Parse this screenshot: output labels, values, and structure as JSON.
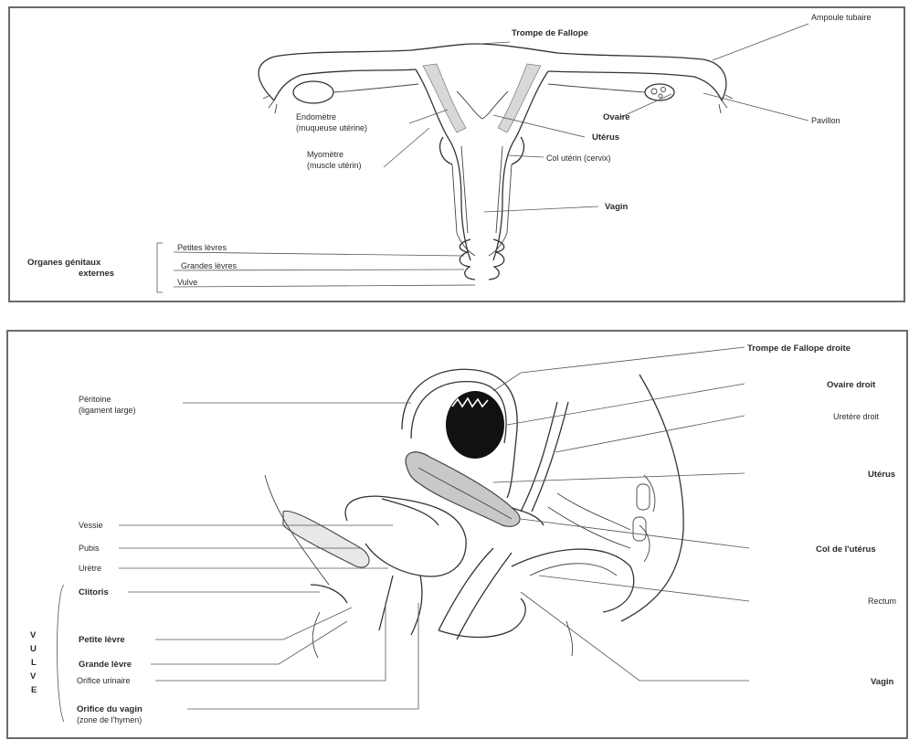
{
  "top": {
    "labels": {
      "trompe": "Trompe de Fallope",
      "ampoule": "Ampoule tubaire",
      "pavillon": "Pavillon",
      "ovaire": "Ovaire",
      "uterus": "Utérus",
      "col": "Col utérin (cervix)",
      "vagin": "Vagin",
      "endometre_1": "Endomètre",
      "endometre_2": "(muqueuse utérine)",
      "myometre_1": "Myomètre",
      "myometre_2": "(muscle utérin)",
      "organes_1": "Organes génitaux",
      "organes_2": "externes",
      "petites_levres": "Petites lèvres",
      "grandes_levres": "Grandes lèvres",
      "vulve": "Vulve"
    }
  },
  "bottom": {
    "labels": {
      "trompe_droite": "Trompe de Fallope droite",
      "ovaire_droit": "Ovaire droit",
      "uretere_droit": "Uretère droit",
      "uterus": "Utérus",
      "col_uterus": "Col de l'utérus",
      "rectum": "Rectum",
      "vagin": "Vagin",
      "peritoine_1": "Péritoine",
      "peritoine_2": "(ligament large)",
      "vessie": "Vessie",
      "pubis": "Pubis",
      "uretre": "Urètre",
      "clitoris": "Clitoris",
      "petite_levre": "Petite lèvre",
      "grande_levre": "Grande lèvre",
      "orifice_urinaire": "Orifice urinaire",
      "orifice_vagin_1": "Orifice du vagin",
      "orifice_vagin_2": "(zone de l'hymen)",
      "vulve_letters": [
        "V",
        "U",
        "L",
        "V",
        "E"
      ]
    }
  }
}
